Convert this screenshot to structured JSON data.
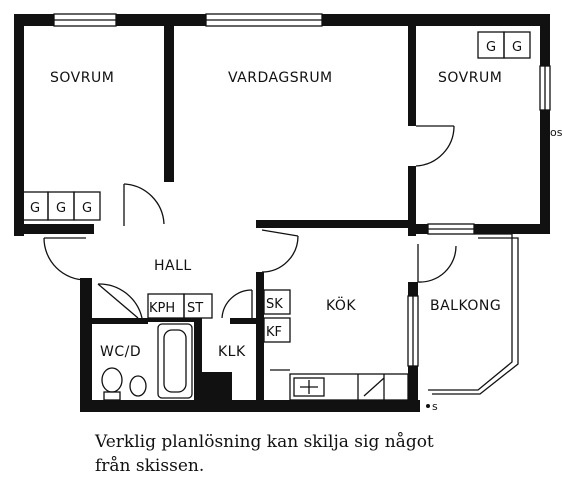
{
  "rooms": {
    "sovrum_left": "SOVRUM",
    "vardagsrum": "VARDAGSRUM",
    "sovrum_right": "SOVRUM",
    "hall": "HALL",
    "kok": "KÖK",
    "balkong": "BALKONG",
    "wc": "WC/D",
    "klk": "KLK"
  },
  "fixtures": {
    "wardrobe_left": [
      "G",
      "G",
      "G"
    ],
    "wardrobe_right": [
      "G",
      "G"
    ],
    "kph": "KPH",
    "st": "ST",
    "sk": "SK",
    "kf": "KF",
    "outlet_symbol": "os",
    "balcony_door_symbol": "s"
  },
  "caption": {
    "line1": "Verklig planlösning kan skilja sig något",
    "line2": "från skissen."
  }
}
